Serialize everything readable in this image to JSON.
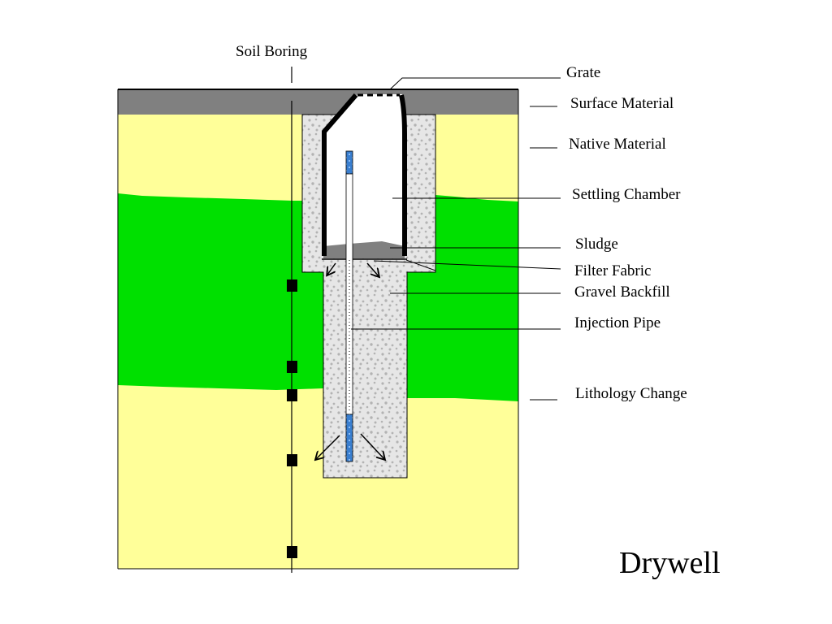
{
  "diagram": {
    "title": "Drywell",
    "labels": {
      "soil_boring": "Soil Boring",
      "grate": "Grate",
      "surface_material": "Surface Material",
      "native_material": "Native Material",
      "settling_chamber": "Settling Chamber",
      "sludge": "Sludge",
      "filter_fabric": "Filter Fabric",
      "gravel_backfill": "Gravel Backfill",
      "injection_pipe": "Injection Pipe",
      "lithology_change": "Lithology Change"
    },
    "colors": {
      "surface": "#808080",
      "native_soil": "#ffff99",
      "green_layer": "#00e000",
      "gravel_fill": "#e4e4e4",
      "gravel_dots": "#b0b0b0",
      "chamber_wall": "#000000",
      "sludge": "#808080",
      "pipe_screen": "#3a7fd0",
      "boring_marker": "#000000"
    }
  }
}
